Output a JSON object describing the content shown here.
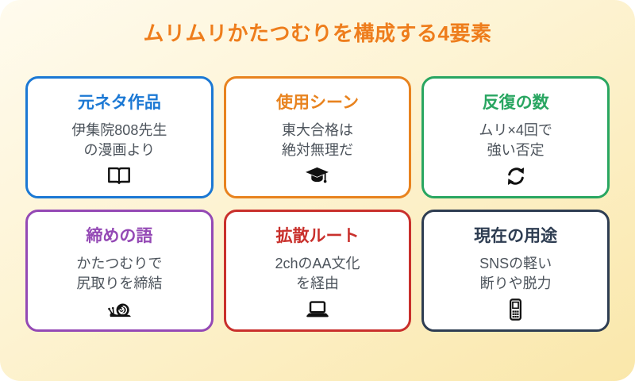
{
  "page": {
    "title": "ムリムリかたつむりを構成する4要素",
    "title_color": "#ee7d1c",
    "background_gradient": [
      "#fffbee",
      "#fae7aa"
    ],
    "card_background": "#ffffff",
    "body_text_color": "#4d545c"
  },
  "cards": [
    {
      "id": "origin-work",
      "label": "元ネタ作品",
      "lines": [
        "伊集院808先生",
        "の漫画より"
      ],
      "icon": "open-book-icon",
      "color": "#1b78d4"
    },
    {
      "id": "usage-scene",
      "label": "使用シーン",
      "lines": [
        "東大合格は",
        "絶対無理だ"
      ],
      "icon": "graduation-cap-icon",
      "color": "#e8831f"
    },
    {
      "id": "repetition-count",
      "label": "反復の数",
      "lines": [
        "ムリ×4回で",
        "強い否定"
      ],
      "icon": "refresh-arrows-icon",
      "color": "#29a661"
    },
    {
      "id": "closing-word",
      "label": "締めの語",
      "lines": [
        "かたつむりで",
        "尻取りを締結"
      ],
      "icon": "snail-icon",
      "color": "#9449b5"
    },
    {
      "id": "spread-route",
      "label": "拡散ルート",
      "lines": [
        "2chのAA文化",
        "を経由"
      ],
      "icon": "laptop-icon",
      "color": "#c9302c"
    },
    {
      "id": "current-use",
      "label": "現在の用途",
      "lines": [
        "SNSの軽い",
        "断りや脱力"
      ],
      "icon": "mobile-phone-icon",
      "color": "#2e3d52"
    }
  ]
}
